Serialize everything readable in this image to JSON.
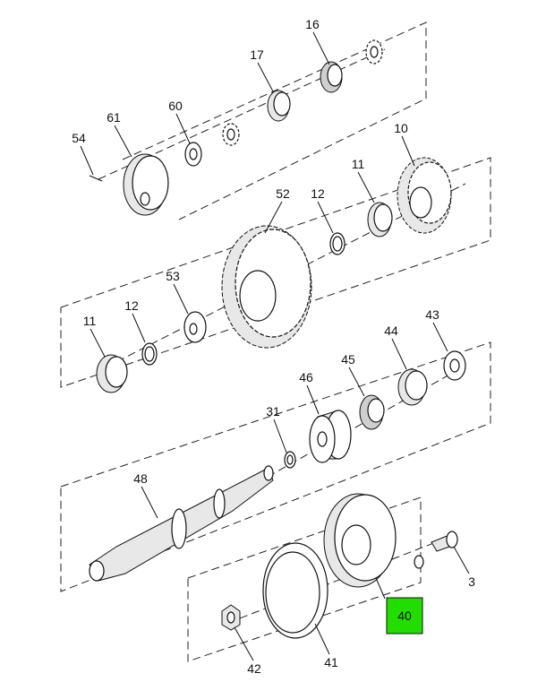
{
  "callouts": {
    "p16": "16",
    "p17": "17",
    "p60": "60",
    "p61": "61",
    "p54": "54",
    "p10": "10",
    "p11a": "11",
    "p12a": "12",
    "p52": "52",
    "p53": "53",
    "p12b": "12",
    "p11b": "11",
    "p43": "43",
    "p44": "44",
    "p45": "45",
    "p46": "46",
    "p31": "31",
    "p48": "48",
    "p3": "3",
    "p40": "40",
    "p41": "41",
    "p42": "42"
  },
  "highlight": {
    "part": "40",
    "color": "#22dd00"
  }
}
